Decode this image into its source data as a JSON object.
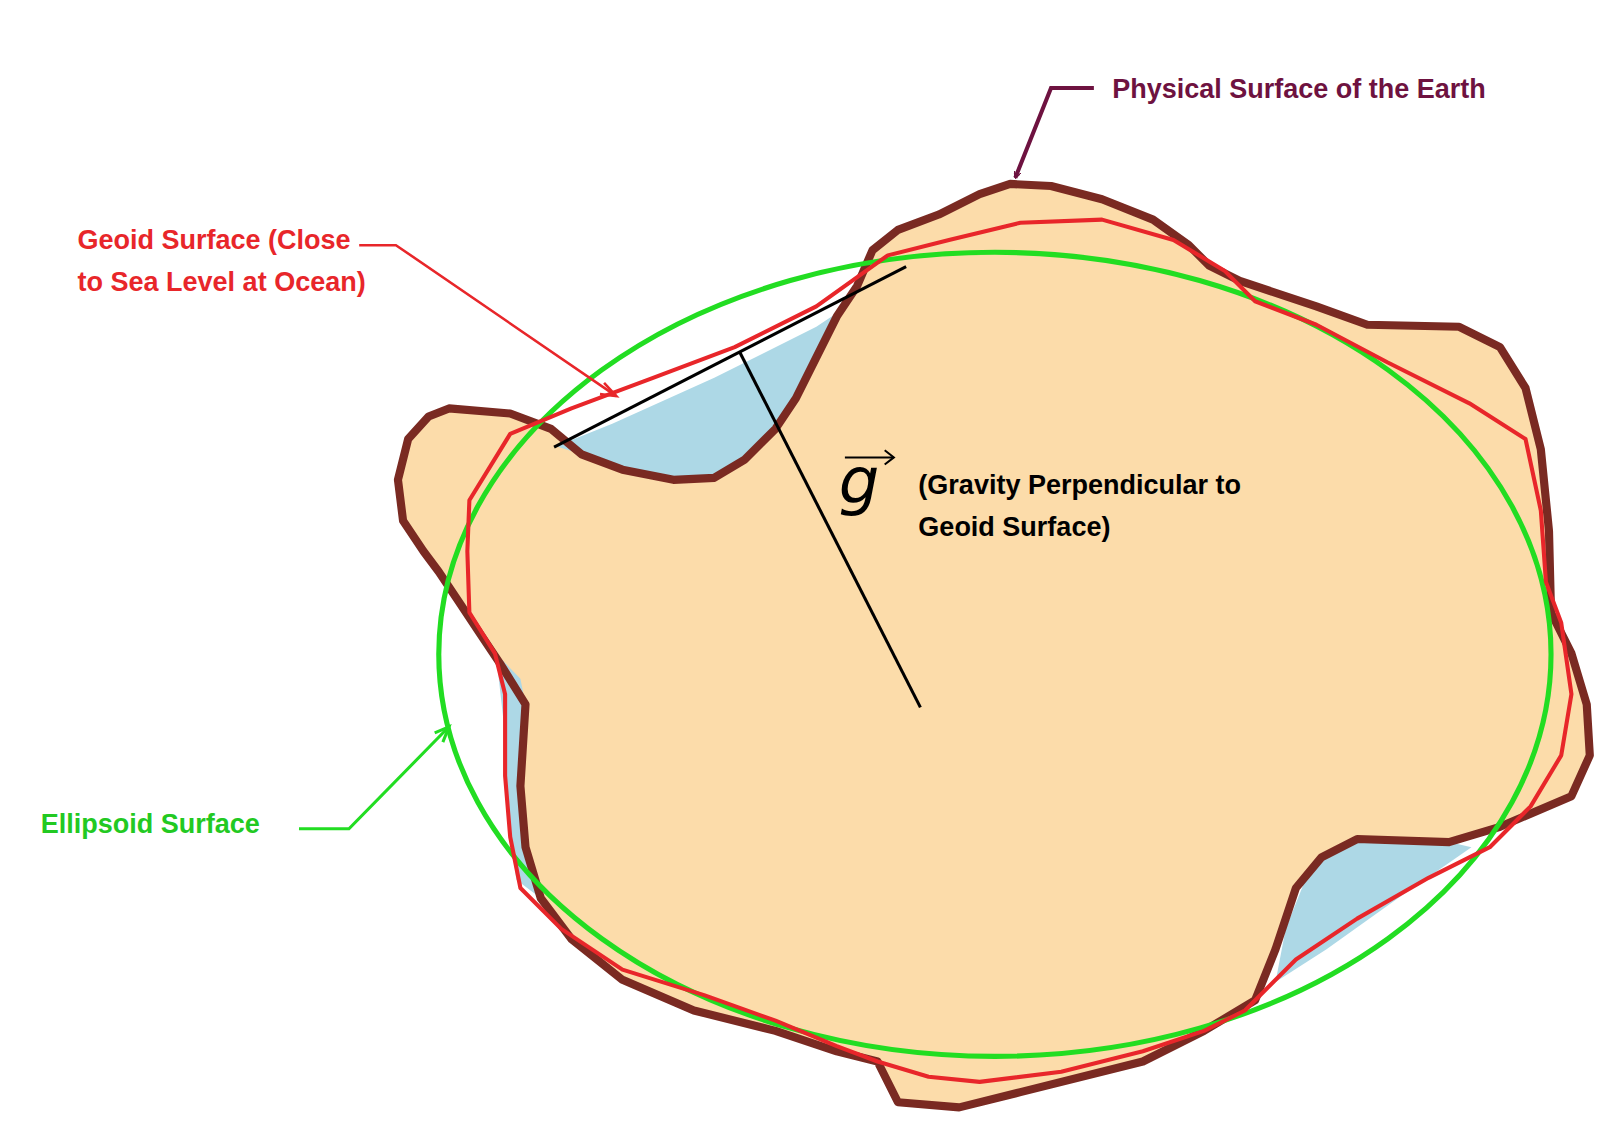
{
  "diagram": {
    "labels": [
      "Physical Surface of the Earth",
      "Geoid Surface (Close to Sea Level at Ocean)",
      "Ellipsoid Surface",
      "g",
      "(Gravity Perpendicular to Geoid Surface)"
    ]
  }
}
